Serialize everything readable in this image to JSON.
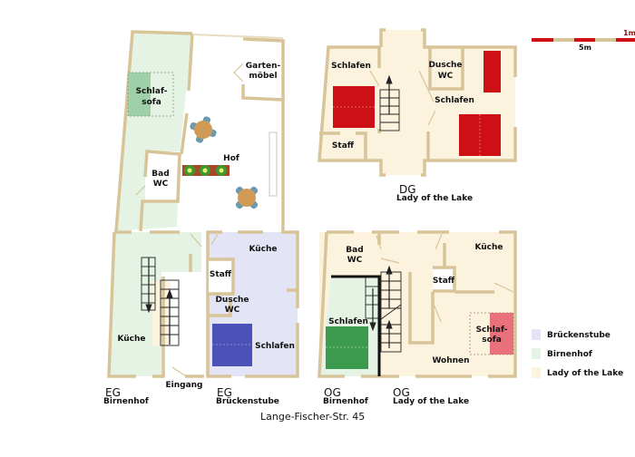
{
  "colors": {
    "wall": "#d8c499",
    "brueckenstube": "#e3e4f5",
    "birnenhof": "#e4f3e4",
    "lady_of_the_lake": "#fcf3df",
    "bed_red": "#cc1016",
    "bed_blue": "#4a52b8",
    "bed_green": "#3c9a4e",
    "sofa_pink": "#e8717b",
    "sofa_green": "#9fd1a8"
  },
  "scale": {
    "label_1m": "1m",
    "label_5m": "5m"
  },
  "title": "Lange-Fischer-Str. 45",
  "rooms": {
    "garden_sofa": "Schlaf-|sofa",
    "garten_moebel": "Garten-|möbel",
    "hof": "Hof",
    "bad_wc_eg": "Bad|WC",
    "kueche_birnenhof": "Küche",
    "eingang": "Eingang",
    "kueche_brueckenstube": "Küche",
    "staff_brueckenstube": "Staff",
    "dusche_wc_brueckenstube": "Dusche|WC",
    "schlafen_brueckenstube": "Schlafen",
    "dg_schlafen_left": "Schlafen",
    "dg_dusche_wc": "Dusche|WC",
    "dg_schlafen_right": "Schlafen",
    "dg_staff": "Staff",
    "og_bad_wc": "Bad|WC",
    "og_kueche": "Küche",
    "og_staff": "Staff",
    "og_schlafen": "Schlafen",
    "og_sofa": "Schlaf-|sofa",
    "og_wohnen": "Wohnen"
  },
  "floor_labels": [
    {
      "level": "EG",
      "name": "Birnenhof"
    },
    {
      "level": "EG",
      "name": "Brückenstube"
    },
    {
      "level": "OG",
      "name": "Birnenhof"
    },
    {
      "level": "OG",
      "name": "Lady of the Lake"
    },
    {
      "level": "DG",
      "name": "Lady of the Lake"
    }
  ],
  "legend": [
    {
      "label": "Brückenstube",
      "color": "#e3e4f5"
    },
    {
      "label": "Birnenhof",
      "color": "#e4f3e4"
    },
    {
      "label": "Lady of the Lake",
      "color": "#fcf3df"
    }
  ]
}
